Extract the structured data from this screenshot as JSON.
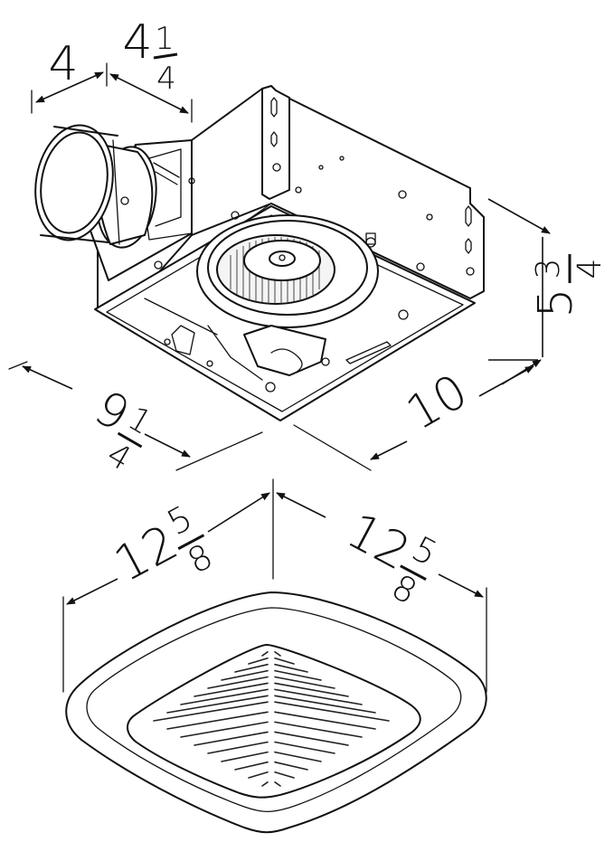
{
  "dimensions": {
    "duct_diameter": "4",
    "duct_depth_whole": "4",
    "duct_depth_num": "1",
    "duct_depth_den": "4",
    "housing_height_whole": "5",
    "housing_height_num": "3",
    "housing_height_den": "4",
    "housing_width_whole": "9",
    "housing_width_num": "1",
    "housing_width_den": "4",
    "housing_length": "10",
    "grille_left_whole": "12",
    "grille_left_num": "5",
    "grille_left_den": "8",
    "grille_right_whole": "12",
    "grille_right_num": "5",
    "grille_right_den": "8"
  },
  "colors": {
    "line": "#111111",
    "background": "#ffffff"
  }
}
